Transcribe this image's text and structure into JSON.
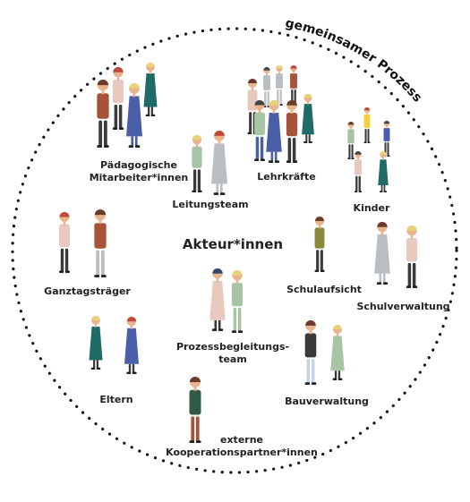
{
  "process_label": "gemeinsamer Prozess",
  "center_title": "Akteur*innen",
  "groups": {
    "paedagogische": {
      "line1": "Pädagogische",
      "line2": "Mitarbeiter*innen"
    },
    "lehrkraefte": "Lehrkräfte",
    "kinder": "Kinder",
    "leitungsteam": "Leitungsteam",
    "ganztagstraeger": "Ganztagsträger",
    "schulaufsicht": "Schulaufsicht",
    "schulverwaltung": "Schulverwaltung",
    "prozessbegleitung": {
      "line1": "Prozessbegleitungs-",
      "line2": "team"
    },
    "eltern": "Eltern",
    "bauverwaltung": "Bauverwaltung",
    "externe": {
      "line1": "externe",
      "line2": "Kooperationspartner*innen"
    }
  },
  "colors": {
    "border": "#111111",
    "skin": "#e8b48e",
    "blue": "#4a5fa8",
    "teal": "#1e6b68",
    "sage": "#a7c5a5",
    "rust": "#a8523a",
    "pink": "#e8c9c0",
    "grey": "#b8bec2",
    "dark": "#3a3a3a",
    "yellow": "#f2d23a",
    "olive": "#8a8a3a",
    "lightblue": "#c6d4e6",
    "green_dark": "#2f5a45"
  }
}
